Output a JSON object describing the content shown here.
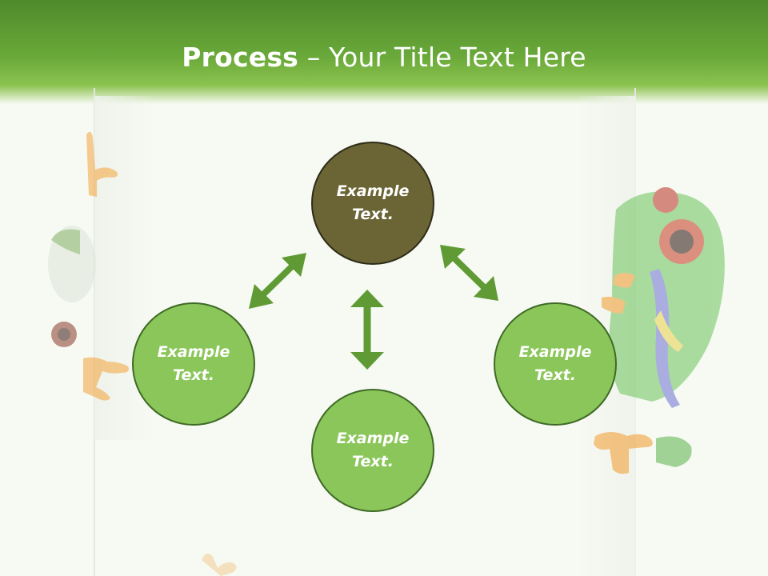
{
  "title": {
    "bold": "Process",
    "rest": " – Your Title Text Here"
  },
  "nodes": {
    "top": {
      "line1": "Example",
      "line2": "Text."
    },
    "left": {
      "line1": "Example",
      "line2": "Text."
    },
    "right": {
      "line1": "Example",
      "line2": "Text."
    },
    "bottom": {
      "line1": "Example",
      "line2": "Text."
    }
  },
  "colors": {
    "header_green": "#6aa93a",
    "center_node": "#6b6435",
    "outer_node": "#8bc65a",
    "arrow": "#5f9a34"
  }
}
